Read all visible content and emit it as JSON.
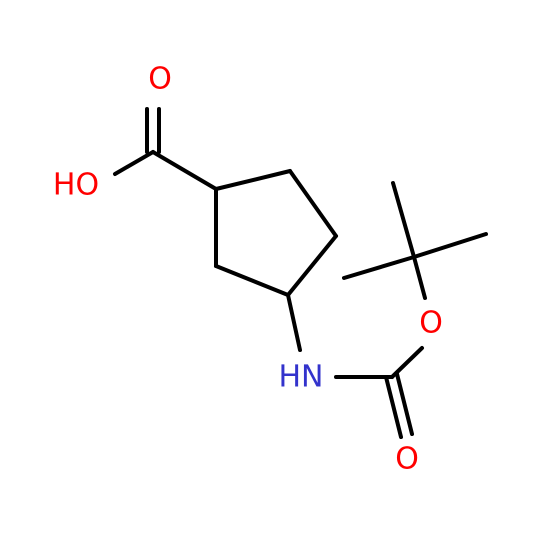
{
  "molecule": {
    "atoms": {
      "carbonyl_o_acid": {
        "label": "O",
        "color": "#ff0000"
      },
      "hydroxyl": {
        "label": "HO",
        "color": "#ff0000"
      },
      "amine": {
        "label": "HN",
        "color": "#3333cc"
      },
      "ester_o": {
        "label": "O",
        "color": "#ff0000"
      },
      "carbonyl_o_carbamate": {
        "label": "O",
        "color": "#ff0000"
      }
    }
  }
}
